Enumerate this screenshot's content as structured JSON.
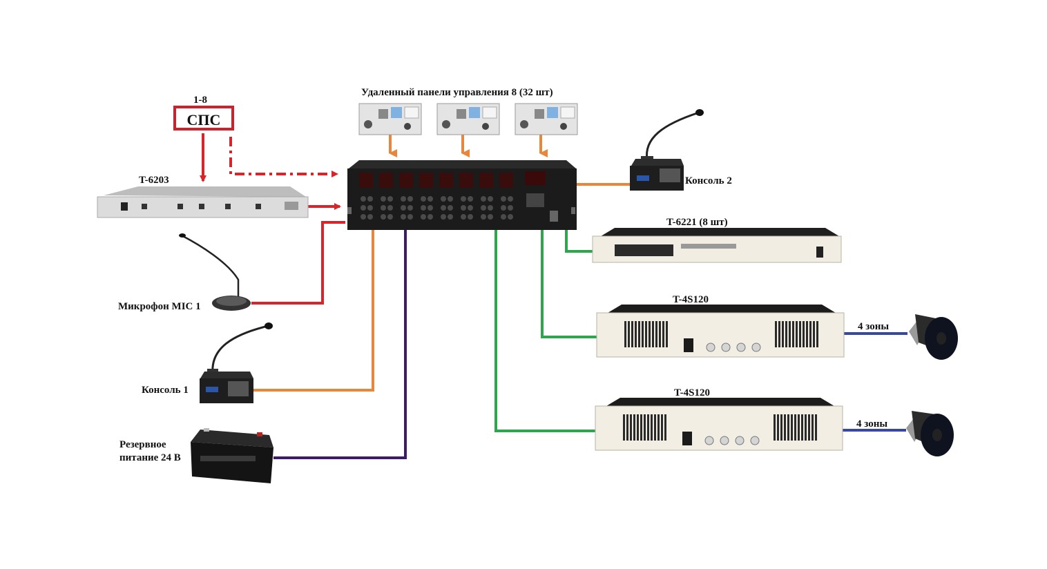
{
  "colors": {
    "red": "#d7262b",
    "orange": "#e8873c",
    "purple": "#3d1a6b",
    "green": "#2fa54d",
    "blue": "#3747a8",
    "device_silver": "#d8d8d8",
    "device_black": "#1b1b1b"
  },
  "labels": {
    "sps_range": "1-8",
    "sps": "СПС",
    "remote_panels": "Удаленный панели управления 8 (32 шт)",
    "t6203": "T-6203",
    "console2": "Консоль 2",
    "t6221": "T-6221 (8 шт)",
    "mic1": "Микрофон MIC 1",
    "amp1": "T-4S120",
    "amp2": "T-4S120",
    "zones1": "4 зоны",
    "zones2": "4 зоны",
    "console1": "Консоль 1",
    "battery_line1": "Резервное",
    "battery_line2": "питание 24 В"
  },
  "icons": {
    "remote_panel": "remote-control-panel-icon",
    "matrix": "matrix-controller-icon",
    "t6203": "rack-unit-icon",
    "console": "paging-console-icon",
    "microphone": "gooseneck-microphone-icon",
    "cd_player": "cd-player-icon",
    "amplifier": "power-amplifier-icon",
    "speaker": "horn-speaker-icon",
    "battery": "battery-icon"
  }
}
